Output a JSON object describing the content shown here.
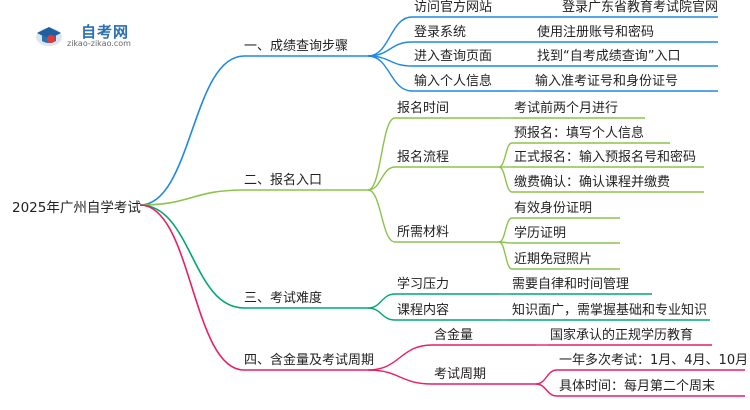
{
  "root": "2025年广州自学考试",
  "logo": {
    "name": "自考网",
    "site": "zikao-zikao.com"
  },
  "colors": {
    "c1": "#1e88e5",
    "c2": "#8bc34a",
    "c3": "#00a86b",
    "c4": "#e91e63"
  },
  "branches": [
    {
      "label": "一、成绩查询步骤",
      "color": "c1",
      "children": [
        {
          "label": "访问官方网站",
          "children": [
            {
              "label": "登录广东省教育考试院官网"
            }
          ]
        },
        {
          "label": "登录系统",
          "children": [
            {
              "label": "使用注册账号和密码"
            }
          ]
        },
        {
          "label": "进入查询页面",
          "children": [
            {
              "label": "找到“自考成绩查询”入口"
            }
          ]
        },
        {
          "label": "输入个人信息",
          "children": [
            {
              "label": "输入准考证号和身份证号"
            }
          ]
        }
      ]
    },
    {
      "label": "二、报名入口",
      "color": "c2",
      "children": [
        {
          "label": "报名时间",
          "children": [
            {
              "label": "考试前两个月进行"
            }
          ]
        },
        {
          "label": "报名流程",
          "children": [
            {
              "label": "预报名：填写个人信息"
            },
            {
              "label": "正式报名：输入预报名号和密码"
            },
            {
              "label": "缴费确认：确认课程并缴费"
            }
          ]
        },
        {
          "label": "所需材料",
          "children": [
            {
              "label": "有效身份证明"
            },
            {
              "label": "学历证明"
            },
            {
              "label": "近期免冠照片"
            }
          ]
        }
      ]
    },
    {
      "label": "三、考试难度",
      "color": "c3",
      "children": [
        {
          "label": "学习压力",
          "children": [
            {
              "label": "需要自律和时间管理"
            }
          ]
        },
        {
          "label": "课程内容",
          "children": [
            {
              "label": "知识面广，需掌握基础和专业知识"
            }
          ]
        }
      ]
    },
    {
      "label": "四、含金量及考试周期",
      "color": "c4",
      "children": [
        {
          "label": "含金量",
          "children": [
            {
              "label": "国家承认的正规学历教育"
            }
          ]
        },
        {
          "label": "考试周期",
          "children": [
            {
              "label": "一年多次考试：1月、4月、10月"
            },
            {
              "label": "具体时间：每月第二个周末"
            }
          ]
        }
      ]
    }
  ]
}
